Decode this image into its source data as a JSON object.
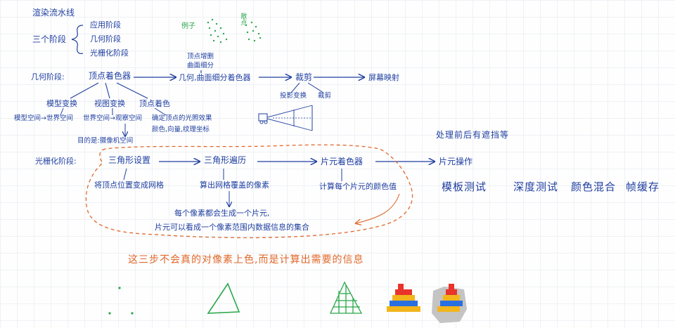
{
  "title": "渲染流水线",
  "stages_label": "三个阶段",
  "stages": [
    "应用阶段",
    "几何阶段",
    "光栅化阶段"
  ],
  "green_labels": {
    "example": "例子",
    "pattern": "散点"
  },
  "geometry": {
    "label": "几何阶段:",
    "vertex_shader": "顶点着色器",
    "tess_shader": "几何,曲面细分着色器",
    "tess_note_1": "顶点增删",
    "tess_note_2": "曲面细分",
    "clipping": "裁剪",
    "screen_mapping": "屏幕映射",
    "model_transform": "模型变换",
    "view_transform": "视图变换",
    "vertex_coloring": "顶点着色",
    "model_to_world": "模型空间→世界空间",
    "world_to_view": "世界空间→观察空间",
    "view_note": "目的是:摄像机空间",
    "lighting_1": "确定顶点的光照效果",
    "lighting_2": "颜色,向量,纹理坐标",
    "proj_transform": "投影变换",
    "clip_label": "裁剪"
  },
  "raster": {
    "label": "光栅化阶段:",
    "triangle_setup": "三角形设置",
    "triangle_traversal": "三角形遍历",
    "fragment_shader": "片元着色器",
    "fragment_ops": "片元操作",
    "setup_desc": "将顶点位置变成网格",
    "traversal_desc": "算出网格覆盖的像素",
    "shader_desc": "计算每个片元的颜色值",
    "pixel_note_1": "每个像素都会生成一个片元,",
    "pixel_note_2": "片元可以看成一个像素范围内数据信息的集合",
    "note_top": "处理前后有遮挡等",
    "tests": [
      "模板测试",
      "深度测试",
      "颜色混合",
      "帧缓存"
    ]
  },
  "summary": "这三步不会真的对像素上色,而是计算出需要的信息",
  "colors": {
    "ink": "#1f3fa0",
    "orange": "#e0682a",
    "green": "#2aa84a",
    "red": "#e8342a",
    "yellow": "#f2b51c",
    "blue": "#2a6fe0",
    "gray": "#b8b8b8"
  }
}
